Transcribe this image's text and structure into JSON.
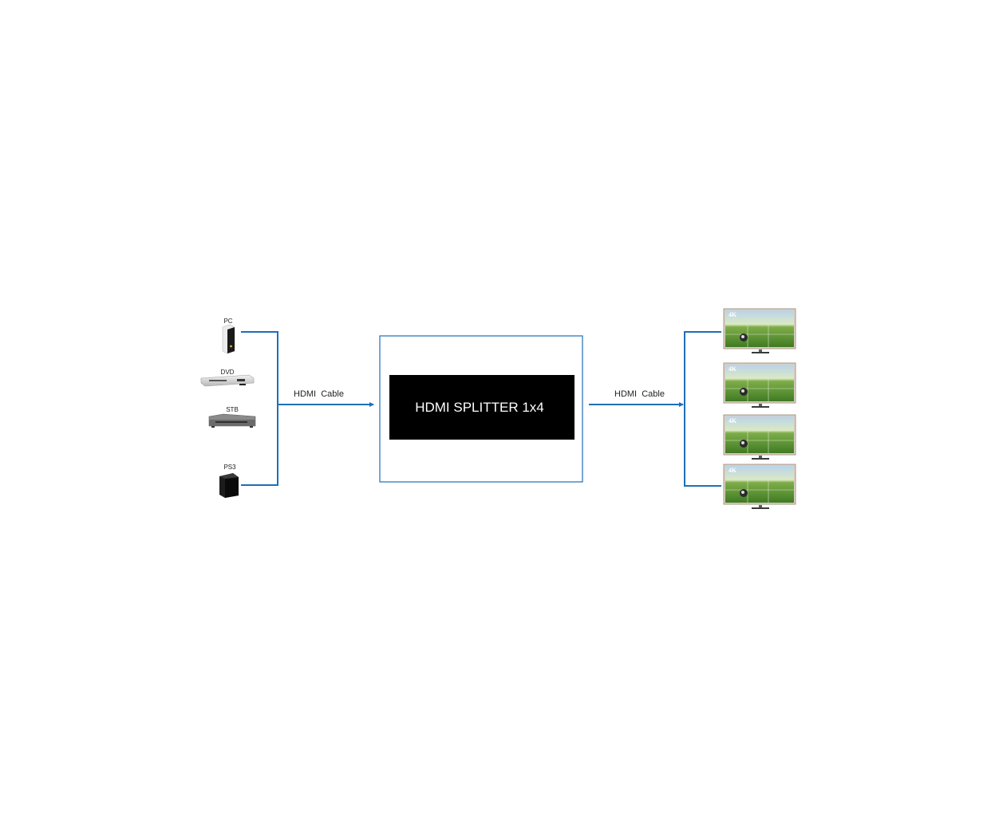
{
  "sources": [
    {
      "label": "PC",
      "icon": "pc-tower-icon"
    },
    {
      "label": "DVD",
      "icon": "dvd-player-icon"
    },
    {
      "label": "STB",
      "icon": "set-top-box-icon"
    },
    {
      "label": "PS3",
      "icon": "game-console-icon"
    }
  ],
  "input_cable_label": "HDMI  Cable",
  "splitter_label": "HDMI SPLITTER 1x4",
  "output_cable_label": "HDMI  Cable",
  "displays": [
    {
      "badge": "4K",
      "icon": "tv-icon"
    },
    {
      "badge": "4K",
      "icon": "tv-icon"
    },
    {
      "badge": "4K",
      "icon": "tv-icon"
    },
    {
      "badge": "4K",
      "icon": "tv-icon"
    }
  ],
  "colors": {
    "connector_line": "#1e6fb8",
    "splitter_frame": "#1e6fb8",
    "splitter_body": "#000000",
    "splitter_text": "#ffffff",
    "tv_grass": "#4f8a2c",
    "tv_sky": "#b9d3ea"
  }
}
